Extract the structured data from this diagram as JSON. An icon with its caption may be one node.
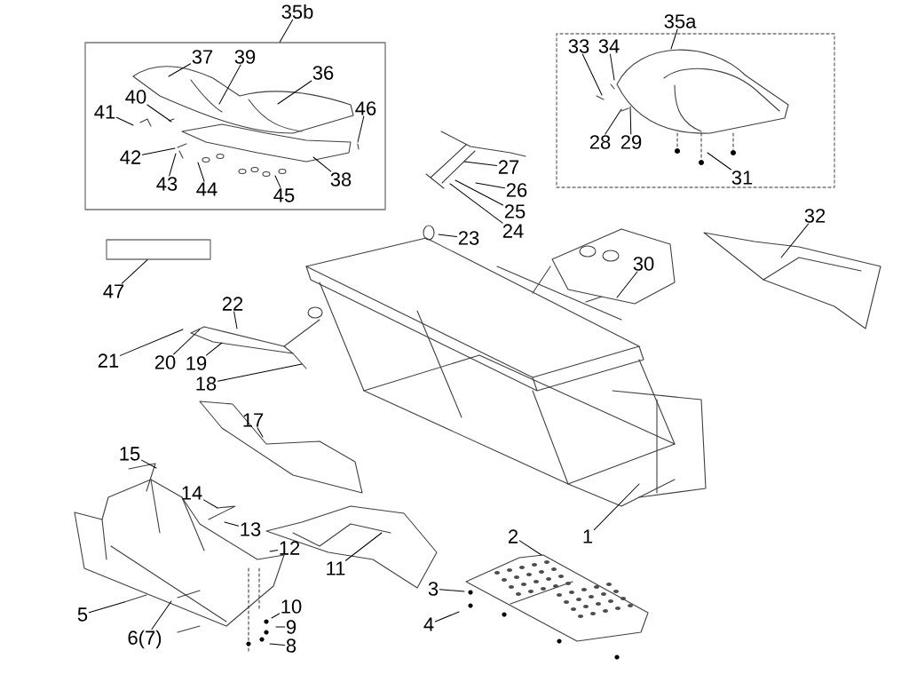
{
  "diagram": {
    "nodes": [
      {
        "text": [
          "35b"
        ]
      },
      {
        "text": [],
        "shape": "box"
      },
      {
        "text": [
          "37"
        ],
        "in": 1
      },
      {
        "text": [
          "39"
        ],
        "in": 1
      },
      {
        "text": [
          "36"
        ],
        "in": 1
      },
      {
        "text": [
          "40"
        ],
        "in": 1
      },
      {
        "text": [
          "41"
        ],
        "in": 1
      },
      {
        "text": [
          "46"
        ],
        "in": 1
      },
      {
        "text": [
          "42"
        ],
        "in": 1
      },
      {
        "text": [
          "43"
        ],
        "in": 1
      },
      {
        "text": [
          "44"
        ],
        "in": 1
      },
      {
        "text": [
          "38"
        ],
        "in": 1
      },
      {
        "text": [
          "45"
        ],
        "in": 1
      },
      {
        "text": [
          "35a"
        ]
      },
      {
        "text": [],
        "shape": "box"
      },
      {
        "text": [
          "33"
        ],
        "in": 14
      },
      {
        "text": [
          "34"
        ],
        "in": 14
      },
      {
        "text": [
          "28"
        ],
        "in": 14
      },
      {
        "text": [
          "29"
        ],
        "in": 14
      },
      {
        "text": [
          "31"
        ],
        "in": 14
      },
      {
        "text": [
          "27"
        ]
      },
      {
        "text": [
          "26"
        ]
      },
      {
        "text": [
          "25"
        ]
      },
      {
        "text": [
          "24"
        ]
      },
      {
        "text": [
          "23"
        ]
      },
      {
        "text": [
          "47"
        ]
      },
      {
        "text": [],
        "shape": "box"
      },
      {
        "text": [
          "30"
        ]
      },
      {
        "text": [
          "32"
        ]
      },
      {
        "text": [
          "22"
        ]
      },
      {
        "text": [
          "21"
        ]
      },
      {
        "text": [
          "20"
        ]
      },
      {
        "text": [
          "19"
        ]
      },
      {
        "text": [
          "18"
        ]
      },
      {
        "text": [
          "17"
        ]
      },
      {
        "text": [
          "15"
        ]
      },
      {
        "text": [
          "14"
        ]
      },
      {
        "text": [
          "13"
        ]
      },
      {
        "text": [
          "12"
        ]
      },
      {
        "text": [
          "11"
        ]
      },
      {
        "text": [
          "1"
        ]
      },
      {
        "text": [
          "2"
        ]
      },
      {
        "text": [
          "5"
        ]
      },
      {
        "text": [
          "3"
        ]
      },
      {
        "text": [
          "10"
        ]
      },
      {
        "text": [
          "9"
        ]
      },
      {
        "text": [
          "4"
        ]
      },
      {
        "text": [
          "8"
        ]
      },
      {
        "text": [
          "6(7)"
        ]
      }
    ],
    "edges": [
      {
        "from": 0,
        "to": 1,
        "arrow": "none"
      },
      {
        "from": 2,
        "to": null,
        "arrow": "none"
      },
      {
        "from": 3,
        "to": null,
        "arrow": "none"
      },
      {
        "from": 4,
        "to": null,
        "arrow": "none"
      },
      {
        "from": 5,
        "to": null,
        "arrow": "none"
      },
      {
        "from": 6,
        "to": null,
        "arrow": "none"
      },
      {
        "from": 7,
        "to": null,
        "arrow": "none"
      },
      {
        "from": 8,
        "to": null,
        "arrow": "none"
      },
      {
        "from": 9,
        "to": null,
        "arrow": "none"
      },
      {
        "from": 10,
        "to": null,
        "arrow": "none"
      },
      {
        "from": 11,
        "to": null,
        "arrow": "none"
      },
      {
        "from": 12,
        "to": null,
        "arrow": "none"
      },
      {
        "from": 13,
        "to": null,
        "arrow": "none"
      },
      {
        "from": 15,
        "to": null,
        "arrow": "none"
      },
      {
        "from": 16,
        "to": null,
        "arrow": "none"
      },
      {
        "from": 17,
        "to": null,
        "arrow": "none"
      },
      {
        "from": 18,
        "to": null,
        "arrow": "none"
      },
      {
        "from": 19,
        "to": null,
        "arrow": "none"
      },
      {
        "from": 20,
        "to": null,
        "arrow": "none"
      },
      {
        "from": 21,
        "to": null,
        "arrow": "none"
      },
      {
        "from": 22,
        "to": null,
        "arrow": "none"
      },
      {
        "from": 23,
        "to": null,
        "arrow": "none"
      },
      {
        "from": 24,
        "to": null,
        "arrow": "none"
      },
      {
        "from": 25,
        "to": 26,
        "arrow": "none"
      },
      {
        "from": 27,
        "to": null,
        "arrow": "none"
      },
      {
        "from": 28,
        "to": null,
        "arrow": "none"
      },
      {
        "from": 29,
        "to": null,
        "arrow": "none"
      },
      {
        "from": 30,
        "to": null,
        "arrow": "none"
      },
      {
        "from": 31,
        "to": null,
        "arrow": "none"
      },
      {
        "from": 32,
        "to": null,
        "arrow": "none"
      },
      {
        "from": 33,
        "to": null,
        "arrow": "none"
      },
      {
        "from": 34,
        "to": null,
        "arrow": "none"
      },
      {
        "from": 35,
        "to": null,
        "arrow": "none"
      },
      {
        "from": 36,
        "to": null,
        "arrow": "none"
      },
      {
        "from": 37,
        "to": null,
        "arrow": "none"
      },
      {
        "from": 38,
        "to": null,
        "arrow": "none"
      },
      {
        "from": 39,
        "to": null,
        "arrow": "none"
      },
      {
        "from": 40,
        "to": null,
        "arrow": "none"
      },
      {
        "from": 41,
        "to": null,
        "arrow": "none"
      },
      {
        "from": 42,
        "to": null,
        "arrow": "none"
      },
      {
        "from": 43,
        "to": null,
        "arrow": "none"
      },
      {
        "from": 44,
        "to": null,
        "arrow": "none"
      },
      {
        "from": 45,
        "to": null,
        "arrow": "none"
      },
      {
        "from": 46,
        "to": null,
        "arrow": "none"
      },
      {
        "from": 47,
        "to": null,
        "arrow": "none"
      },
      {
        "from": 48,
        "to": null,
        "arrow": "none"
      }
    ]
  }
}
